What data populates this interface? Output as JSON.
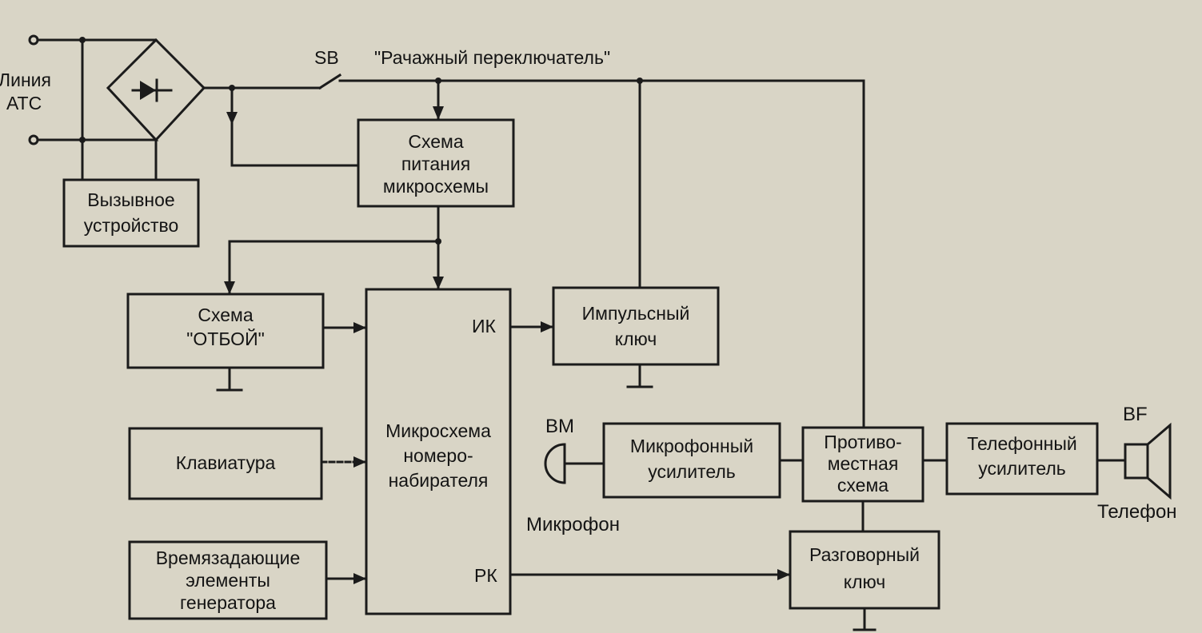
{
  "labels": {
    "line_atc_1": "Линия",
    "line_atc_2": "АТС",
    "sb": "SB",
    "switch_caption": "\"Рачажный переключатель\"",
    "ik": "ИК",
    "pk": "РК",
    "bm": "ВМ",
    "microphone": "Микрофон",
    "bf": "BF",
    "phone": "Телефон"
  },
  "blocks": {
    "call_device": [
      "Вызывное",
      "устройство"
    ],
    "power_circuit": [
      "Схема",
      "питания",
      "микросхемы"
    ],
    "otboi": [
      "Схема",
      "\"ОТБОЙ\""
    ],
    "keypad": [
      "Клавиатура"
    ],
    "timing": [
      "Времязадающие",
      "элементы",
      "генератора"
    ],
    "dialer_ic": [
      "Микросхема",
      "номеро-",
      "набирателя"
    ],
    "pulse_key": [
      "Импульсный",
      "ключ"
    ],
    "mic_amp": [
      "Микрофонный",
      "усилитель"
    ],
    "antisidetone": [
      "Противо-",
      "местная",
      "схема"
    ],
    "phone_amp": [
      "Телефонный",
      "усилитель"
    ],
    "talk_key": [
      "Разговорный",
      "ключ"
    ]
  }
}
